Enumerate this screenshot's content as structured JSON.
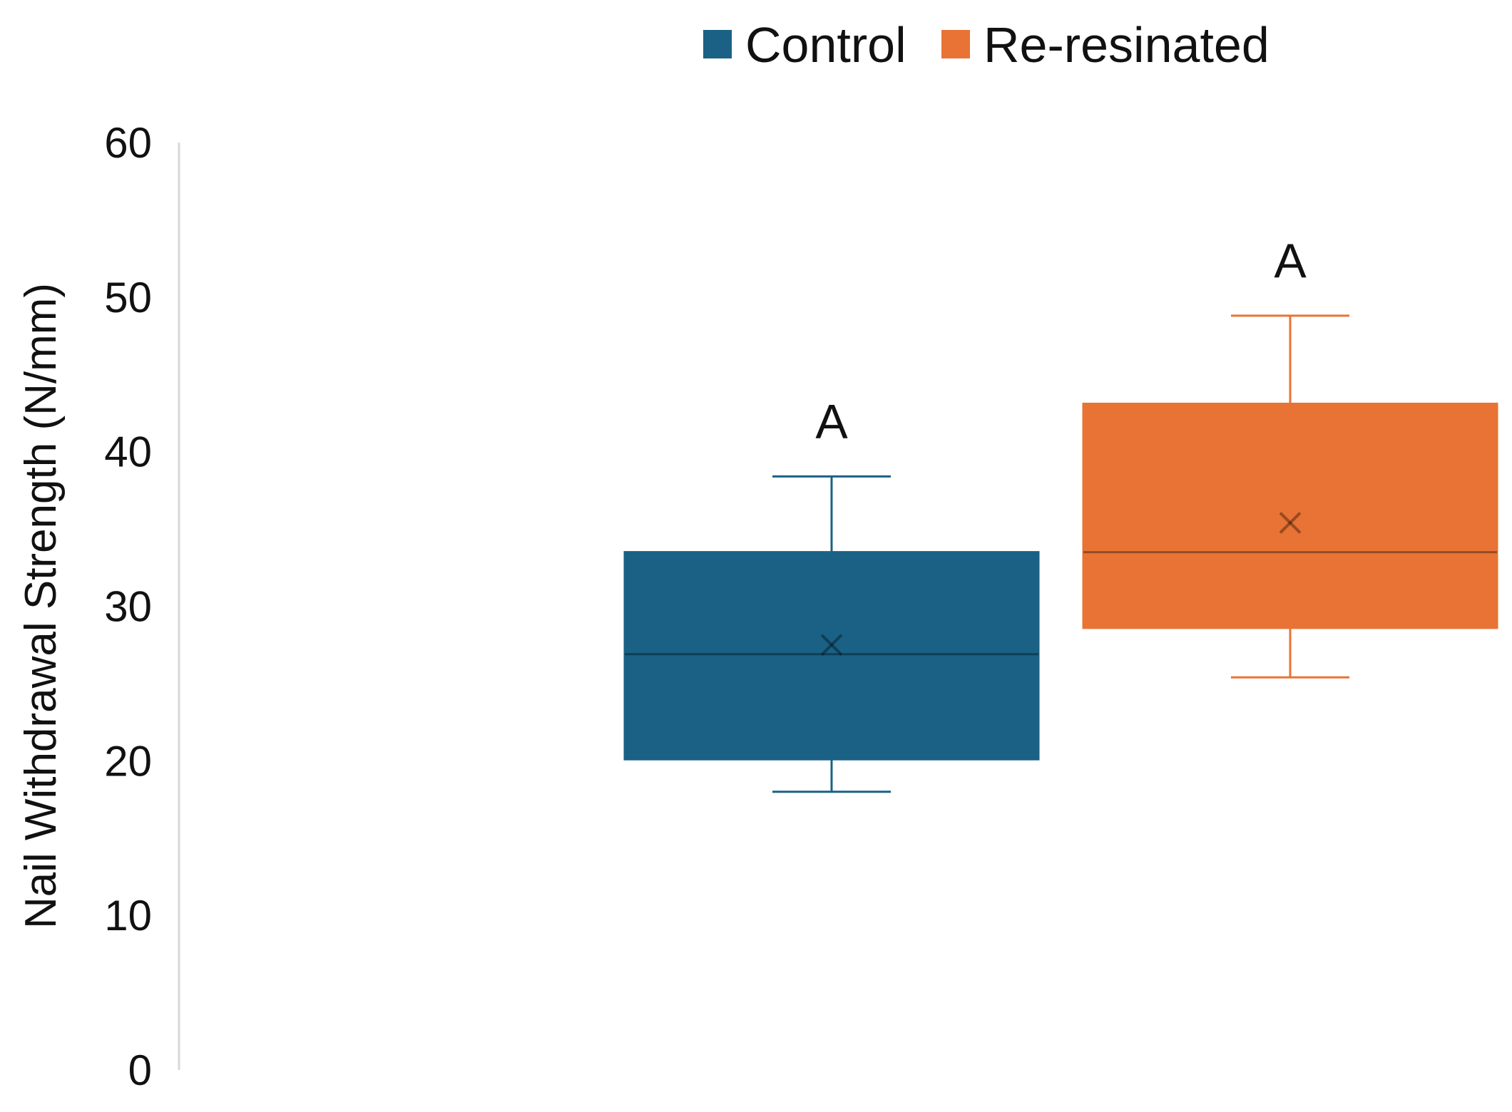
{
  "chart_data": {
    "type": "box",
    "title": "",
    "xlabel": "",
    "ylabel": "Nail Withdrawal Strength (N/mm)",
    "ylim": [
      0,
      60
    ],
    "yticks": [
      0,
      10,
      20,
      30,
      40,
      50,
      60
    ],
    "grid": false,
    "legend_position": "top-right",
    "series": [
      {
        "name": "Control",
        "color": "#1A6185",
        "min": 18.0,
        "q1": 20.1,
        "median": 26.9,
        "q3": 33.5,
        "max": 38.4,
        "mean": 27.5,
        "annotation": "A"
      },
      {
        "name": "Re-resinated",
        "color": "#E87334",
        "min": 25.4,
        "q1": 28.6,
        "median": 33.5,
        "q3": 43.1,
        "max": 48.8,
        "mean": 35.4,
        "annotation": "A"
      }
    ]
  }
}
